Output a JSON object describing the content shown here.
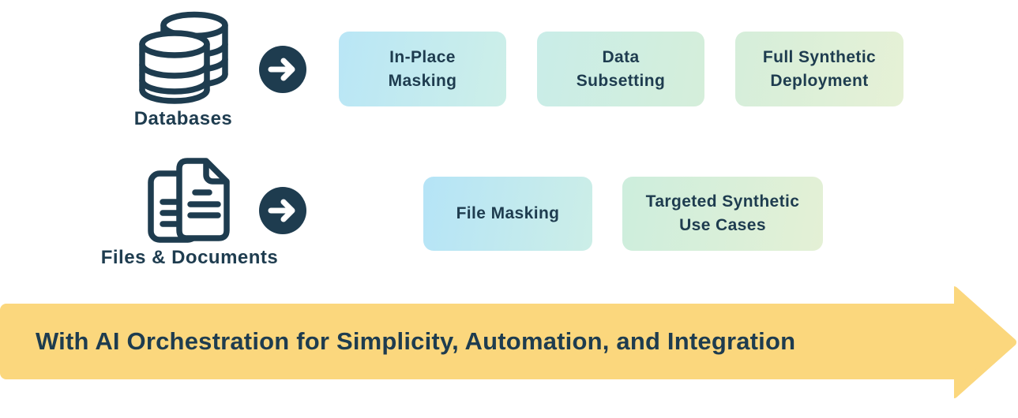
{
  "palette": {
    "navy": "#1e3c4f",
    "banner_yellow": "#fbd77d",
    "background": "#ffffff"
  },
  "rows": [
    {
      "source_label": "Databases",
      "icon": "database-stack-icon",
      "boxes": [
        {
          "line1": "In-Place",
          "line2": "Masking",
          "bg_from": "#b9e6f6",
          "bg_to": "#cdefe8"
        },
        {
          "line1": "Data",
          "line2": "Subsetting",
          "bg_from": "#c9ede8",
          "bg_to": "#d5eeda"
        },
        {
          "line1": "Full Synthetic",
          "line2": "Deployment",
          "bg_from": "#d5eeda",
          "bg_to": "#e6f1d6"
        }
      ]
    },
    {
      "source_label": "Files & Documents",
      "icon": "files-documents-icon",
      "boxes": [
        {
          "line1": "File Masking",
          "line2": "",
          "bg_from": "#b5e4f7",
          "bg_to": "#cceee7"
        },
        {
          "line1": "Targeted Synthetic",
          "line2": "Use Cases",
          "bg_from": "#cdeedd",
          "bg_to": "#e4f0d5"
        }
      ]
    }
  ],
  "banner": {
    "text": "With AI Orchestration for Simplicity, Automation, and Integration"
  }
}
